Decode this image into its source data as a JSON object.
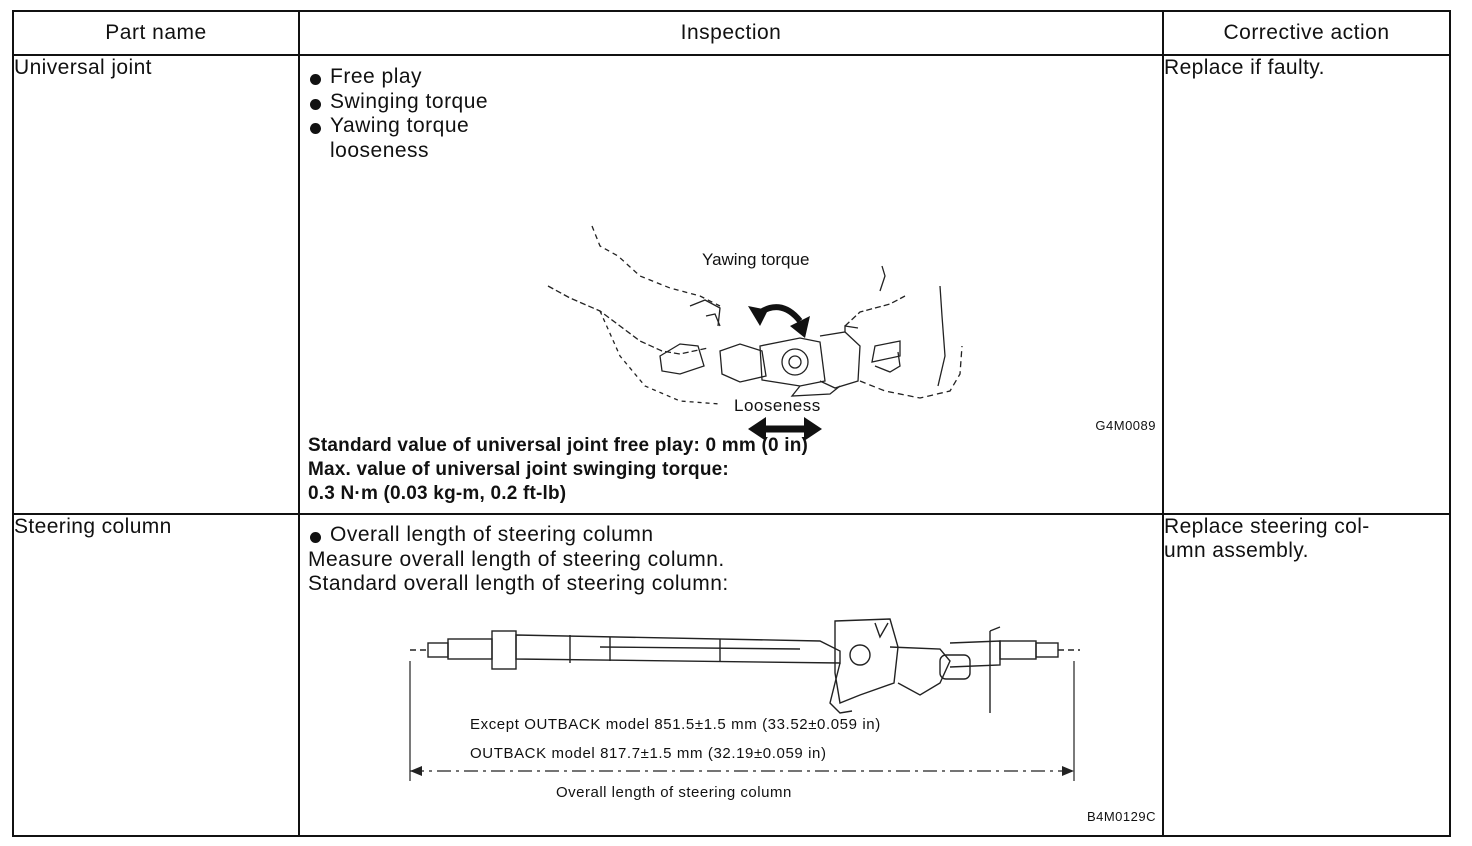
{
  "table": {
    "headers": [
      "Part name",
      "Inspection",
      "Corrective action"
    ],
    "rows": [
      {
        "part": "Universal joint",
        "bullets": [
          "Free play",
          "Swinging torque",
          "Yawing torque",
          "looseness"
        ],
        "figure": {
          "label_top": "Yawing torque",
          "label_bottom": "Looseness",
          "code": "G4M0089"
        },
        "spec_lines": [
          "Standard value of universal joint free play: 0 mm (0 in)",
          "Max. value of universal joint swinging torque:",
          "0.3 N·m (0.03 kg-m, 0.2 ft-lb)"
        ],
        "action": "Replace if faulty."
      },
      {
        "part": "Steering column",
        "bullet": "Overall length of steering column",
        "lines": [
          "Measure overall length of steering column.",
          "Standard overall length of steering column:"
        ],
        "figure": {
          "dim_line_1": "Except OUTBACK model 851.5±1.5 mm (33.52±0.059 in)",
          "dim_line_2": "OUTBACK model 817.7±1.5 mm (32.19±0.059 in)",
          "caption": "Overall length of steering column",
          "code": "B4M0129C"
        },
        "action_line_1": "Replace steering col-",
        "action_line_2": "umn assembly."
      }
    ]
  }
}
